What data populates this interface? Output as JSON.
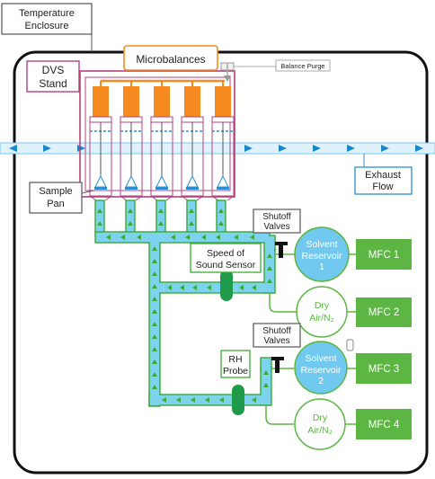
{
  "labels": {
    "temperature_enclosure": [
      "Temperature",
      "Enclosure"
    ],
    "dvs_stand": [
      "DVS",
      "Stand"
    ],
    "microbalances": "Microbalances",
    "balance_purge": "Balance Purge",
    "exhaust_flow": [
      "Exhaust",
      "Flow"
    ],
    "sample_pan": [
      "Sample",
      "Pan"
    ],
    "shutoff_valves_1": [
      "Shutoff",
      "Valves"
    ],
    "shutoff_valves_2": [
      "Shutoff",
      "Valves"
    ],
    "speed_of_sound_sensor": [
      "Speed of",
      "Sound Sensor"
    ],
    "rh_probe": [
      "RH",
      "Probe"
    ],
    "solvent_reservoir_1": [
      "Solvent",
      "Reservoir",
      "1"
    ],
    "solvent_reservoir_2": [
      "Solvent",
      "Reservoir",
      "2"
    ],
    "dry_air_1": [
      "Dry",
      "Air/N₂"
    ],
    "dry_air_2": [
      "Dry",
      "Air/N₂"
    ],
    "mfc_1": "MFC 1",
    "mfc_2": "MFC 2",
    "mfc_3": "MFC 3",
    "mfc_4": "MFC 4"
  },
  "colors": {
    "tube_fill": "#7dd3ee",
    "tube_edge": "#3aaa35",
    "arrow_green": "#3aaa35",
    "arrow_blue": "#1a88c9",
    "microbalance_orange": "#f6891f",
    "stand_magenta": "#b5407f",
    "mfc_green": "#5db544",
    "sensor_green": "#1f9a4b",
    "reservoir_blue": "#71c9ef",
    "enclosure_black": "#111111"
  }
}
